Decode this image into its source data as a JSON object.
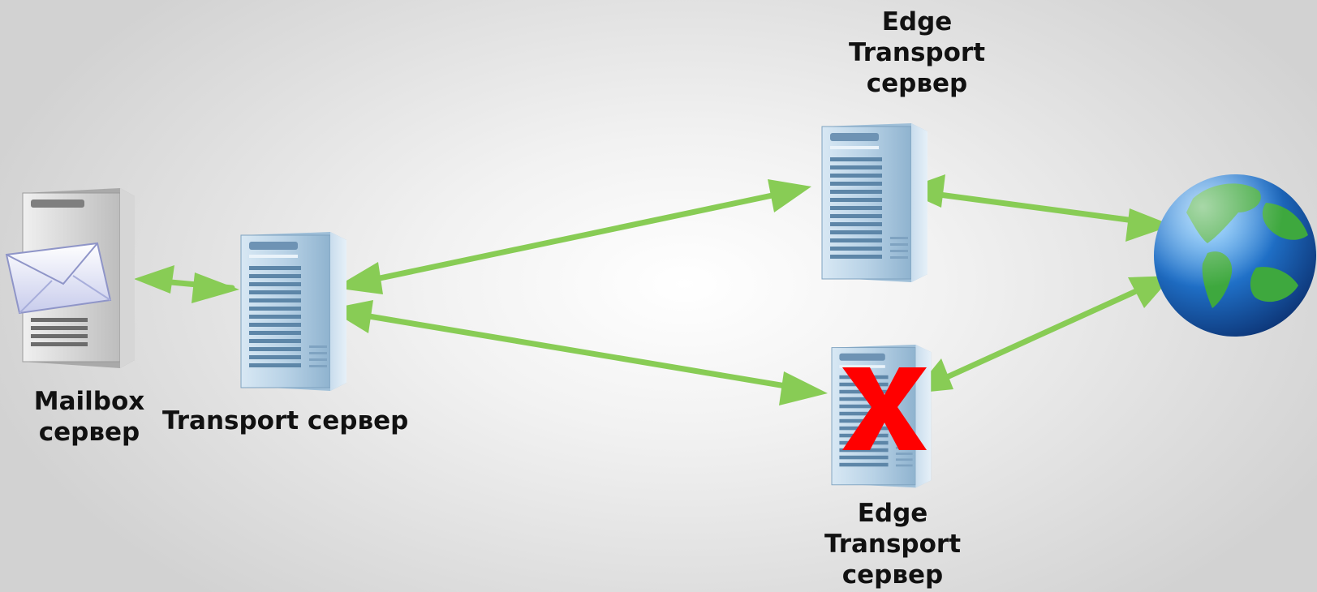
{
  "nodes": {
    "mailbox": {
      "label_line1": "Mailbox",
      "label_line2": "сервер",
      "icon": "mailbox-server-icon"
    },
    "transport": {
      "label": "Transport сервер",
      "icon": "server-icon"
    },
    "edge_top": {
      "label_line1": "Edge",
      "label_line2": "Transport",
      "label_line3": "сервер",
      "icon": "server-icon"
    },
    "edge_bottom": {
      "label_line1": "Edge",
      "label_line2": "Transport",
      "label_line3": "сервер",
      "icon": "server-icon",
      "status": "failed"
    },
    "internet": {
      "icon": "globe-icon"
    }
  },
  "failure_mark": "X",
  "colors": {
    "arrow": "#88cc55",
    "failure": "#ff0000",
    "server_body": "#b9d3e6",
    "globe_ocean": "#1f6fc6",
    "globe_land": "#3ea83e"
  }
}
